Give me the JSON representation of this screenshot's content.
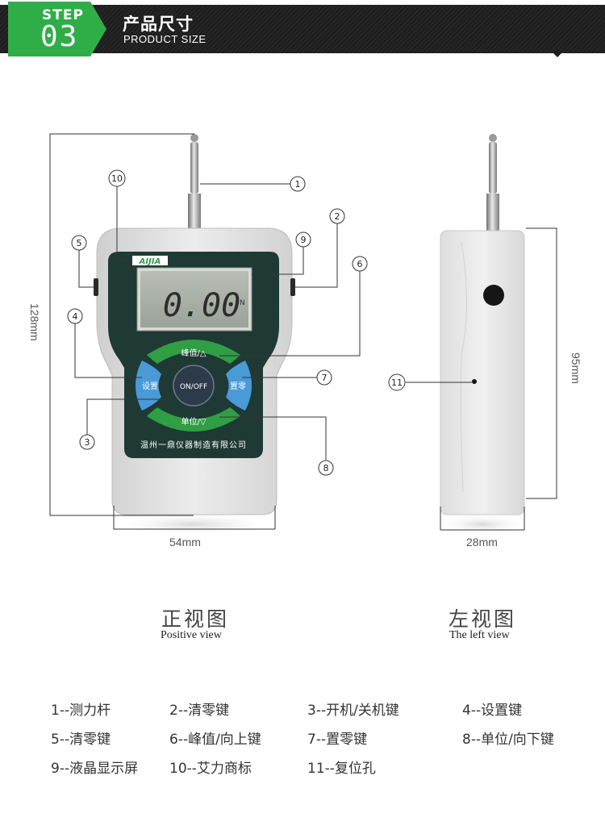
{
  "header": {
    "step_word": "STEP",
    "step_number": "03",
    "title": "产品尺寸",
    "subtitle": "PRODUCT SIZE",
    "badge_color": "#2fae48"
  },
  "device": {
    "brand": "AIJIA",
    "display_value": "0.00",
    "display_unit": "N",
    "btn_peak": "峰值/△",
    "btn_set": "设置",
    "btn_power": "ON/OFF",
    "btn_zero": "置零",
    "btn_unit": "单位/▽",
    "maker": "温州一鼎仪器制造有限公司"
  },
  "dimensions": {
    "height_front": "128mm",
    "width_front": "54mm",
    "height_side": "95mm",
    "width_side": "28mm"
  },
  "callouts": [
    "1",
    "2",
    "3",
    "4",
    "5",
    "6",
    "7",
    "8",
    "9",
    "10",
    "11"
  ],
  "views": {
    "front_cn": "正视图",
    "front_en": "Positive view",
    "left_cn": "左视图",
    "left_en": "The left view"
  },
  "legend": [
    "1--测力杆",
    "2--清零键",
    "3--开机/关机键",
    "4--设置键",
    "5--清零键",
    "6--峰值/向上键",
    "7--置零键",
    "8--单位/向下键",
    "9--液晶显示屏",
    "10--艾力商标",
    "11--复位孔"
  ],
  "colors": {
    "green_button": "#2f9e44",
    "blue_button": "#4a9ad8",
    "panel": "#1f3a34",
    "lcd": "#a9b0a8",
    "body": "#e4e4e4"
  }
}
